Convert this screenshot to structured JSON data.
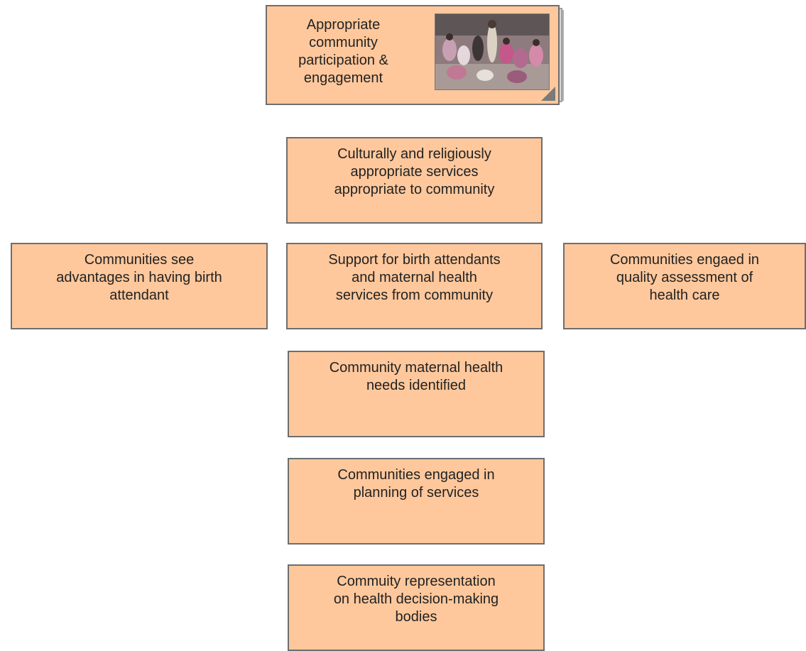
{
  "nodes": {
    "root": "Appropriate\ncommunity\nparticipation &\nengagement",
    "culturally_appropriate": "Culturally and religiously\nappropriate services\nappropriate to community",
    "advantages_birth_attendant": "Communities see\nadvantages in having birth\nattendant",
    "support_birth_attendants": "Support for birth attendants\nand maternal health\nservices from community",
    "quality_assessment": "Communities engaed in\nquality assessment of\nhealth care",
    "needs_identified": "Community maternal health\nneeds identified",
    "planning_services": "Communities engaged in\nplanning of services",
    "representation": "Commuity representation\non health decision-making\nbodies"
  },
  "colors": {
    "node_fill": "#ffc89c",
    "node_border": "#6e6e6e",
    "text": "#222222"
  }
}
